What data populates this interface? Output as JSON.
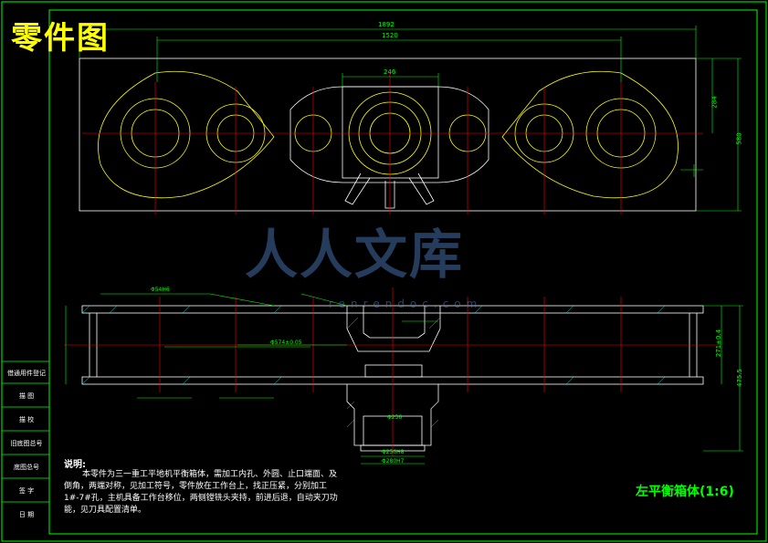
{
  "title": "零件图",
  "part_name": "左平衡箱体(1:6)",
  "note": {
    "heading": "说明:",
    "body": "本零件为三一重工平地机平衡箱体，需加工内孔、外圆、止口端面、及倒角，两端对称，见加工符号，零件放在工作台上，找正压紧，分别加工1#-7#孔，主机具备工作台移位，两侧镗铣头夹持，前进后退，自动夹刀功能，见刀具配置清单。"
  },
  "side_labels": [
    "借通用件登记",
    "描 图",
    "描 校",
    "旧底图总号",
    "底图总号",
    "签 字",
    "日 期"
  ],
  "watermark": {
    "main": "人人文库",
    "sub": "renrendoc.com"
  },
  "dimensions": {
    "top_overall": "1892",
    "top_inner": "1520",
    "center_width": "246",
    "right_height_upper": "284",
    "right_height_total": "580",
    "section_height_right": "271±0.4",
    "section_height_total": "475.5",
    "hole_1": "Φ54H6",
    "hole_2": "Φ574±0.05",
    "hole_3": "Φ236",
    "hole_4": "Φ250H8",
    "hole_5": "Φ280H7"
  },
  "colors": {
    "frame": "#00ff00",
    "outline": "#ffff00",
    "center": "#ff0000",
    "dim": "#00ff00",
    "section": "#ffffff",
    "hatch": "#00ffff"
  }
}
